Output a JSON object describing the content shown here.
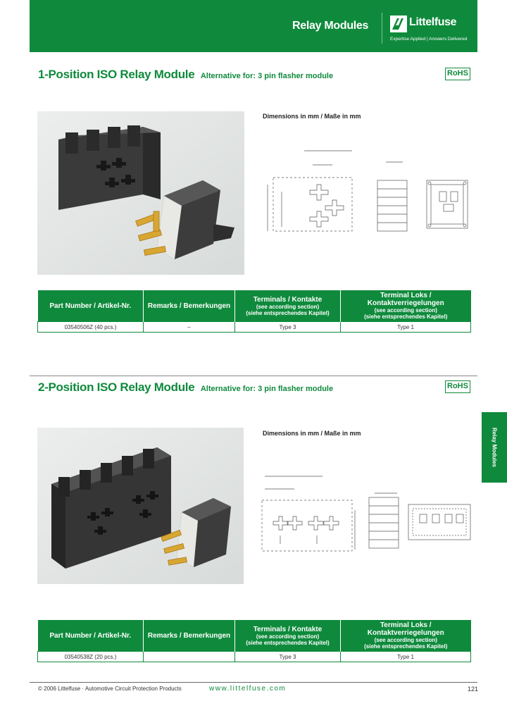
{
  "header": {
    "title": "Relay Modules",
    "brand": "Littelfuse",
    "tagline": "Expertise Applied | Answers Delivered"
  },
  "colors": {
    "accent": "#0f8a3c"
  },
  "section1": {
    "title": "1-Position ISO Relay Module",
    "alternative": "Alternative for: 3 pin flasher module",
    "rohs": "RoHS",
    "dimensions_label": "Dimensions in mm / Maße in mm",
    "table": {
      "headers": {
        "part": "Part Number / Artikel-Nr.",
        "remarks": "Remarks / Bemerkungen",
        "terminals": "Terminals / Kontakte",
        "terminals_sub1": "(see according section)",
        "terminals_sub2": "(siehe entsprechendes Kapitel)",
        "locks": "Terminal Loks / Kontaktverriegelungen",
        "locks_sub1": "(see according section)",
        "locks_sub2": "(siehe entsprechendes Kapitel)"
      },
      "row": {
        "part": "03540506Z (40 pcs.)",
        "remarks": "–",
        "terminals": "Type 3",
        "locks": "Type 1"
      }
    }
  },
  "section2": {
    "title": "2-Position ISO Relay Module",
    "alternative": "Alternative for: 3 pin flasher module",
    "rohs": "RoHS",
    "dimensions_label": "Dimensions in mm / Maße in mm",
    "table": {
      "headers": {
        "part": "Part Number / Artikel-Nr.",
        "remarks": "Remarks / Bemerkungen",
        "terminals": "Terminals / Kontakte",
        "terminals_sub1": "(see according section)",
        "terminals_sub2": "(siehe entsprechendes Kapitel)",
        "locks": "Terminal Loks / Kontaktverriegelungen",
        "locks_sub1": "(see according section)",
        "locks_sub2": "(siehe entsprechendes Kapitel)"
      },
      "row": {
        "part": "03540538Z (20 pcs.)",
        "remarks": "",
        "terminals": "Type 3",
        "locks": "Type 1"
      }
    }
  },
  "side_tab": "Relay Modules",
  "footer": {
    "copyright": "© 2006 Littelfuse · Automotive Circuit Protection Products",
    "url": "www.littelfuse.com",
    "page": "121"
  }
}
